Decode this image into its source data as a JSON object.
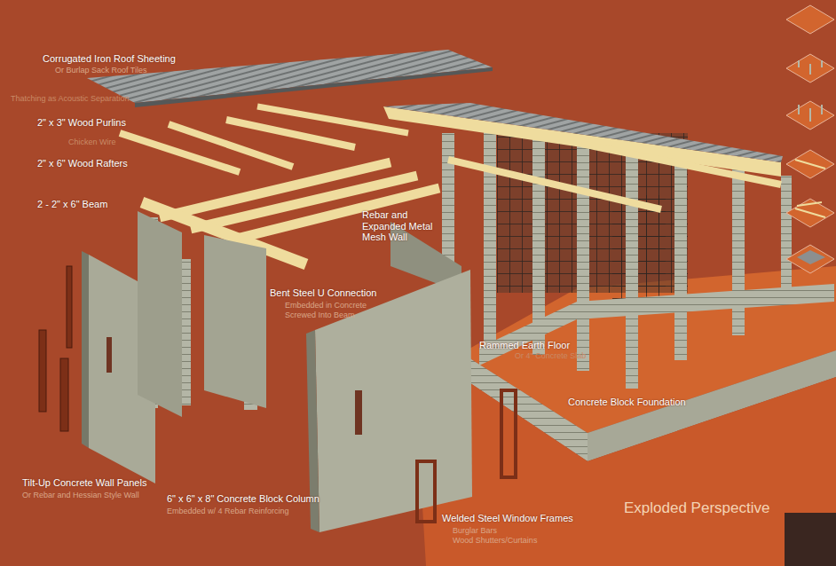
{
  "diagram": {
    "title": "Exploded Perspective",
    "labels": [
      "Corrugated Iron Roof Sheeting",
      "Or Burlap Sack Roof Tiles",
      "Thatching as Acoustic Separation",
      "2\" x 3\" Wood Purlins",
      "Chicken Wire",
      "2\" x 6\" Wood Rafters",
      "2 - 2\" x 6\" Beam",
      "Rebar and Expanded Metal Mesh Wall",
      "Bent Steel U Connection",
      "Embedded in Concrete",
      "Screwed Into Beam",
      "Rammed Earth Floor",
      "Or 4\" Concrete Slab",
      "Concrete Block Foundation",
      "Tilt-Up Concrete Wall Panels",
      "Or Rebar and Hessian Style Wall",
      "6\" x 6\" x 8\" Concrete Block Column",
      "Embedded w/ 4 Rebar Reinforcing",
      "Welded Steel Window Frames",
      "Burglar Bars",
      "Wood Shutters/Curtains"
    ]
  }
}
